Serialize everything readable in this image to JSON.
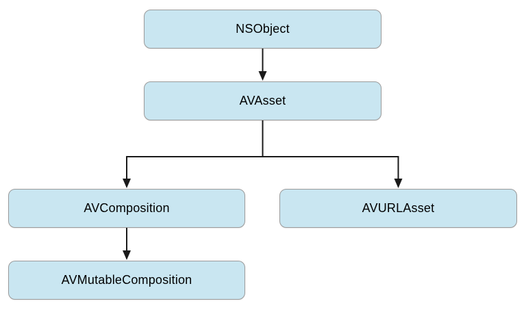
{
  "diagram": {
    "type": "class-hierarchy",
    "nodes": {
      "nsobject": {
        "label": "NSObject"
      },
      "avasset": {
        "label": "AVAsset"
      },
      "avcomposition": {
        "label": "AVComposition"
      },
      "avurlasset": {
        "label": "AVURLAsset"
      },
      "avmutablecomposition": {
        "label": "AVMutableComposition"
      }
    },
    "edges": [
      {
        "from": "NSObject",
        "to": "AVAsset"
      },
      {
        "from": "AVAsset",
        "to": "AVComposition"
      },
      {
        "from": "AVAsset",
        "to": "AVURLAsset"
      },
      {
        "from": "AVComposition",
        "to": "AVMutableComposition"
      }
    ],
    "colors": {
      "node_fill": "#c9e6f1",
      "node_border": "#9a9a9a",
      "arrow": "#1a1a1a",
      "background": "#ffffff"
    }
  }
}
